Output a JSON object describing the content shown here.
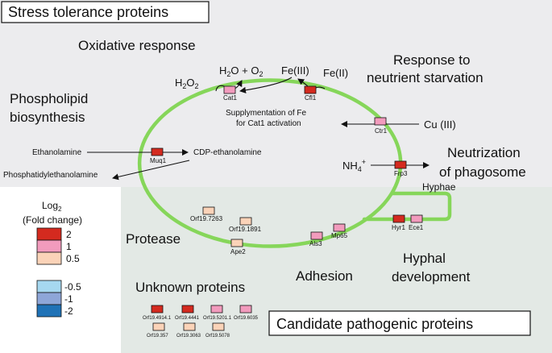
{
  "colors": {
    "top_bg": "#ececee",
    "bottom_bg": "#e3e9e5",
    "ring": "#86d65a",
    "up2": "#d42a1f",
    "up1": "#f29bbd",
    "up05": "#fbd3b8",
    "down05": "#a6d8f0",
    "down1": "#8ea6d8",
    "down2": "#1f72b6"
  },
  "boxes": {
    "stress": "Stress tolerance proteins",
    "candidate": "Candidate pathogenic proteins"
  },
  "sections": {
    "oxidative": "Oxidative response",
    "phospholipid_1": "Phospholipid",
    "phospholipid_2": "biosynthesis",
    "starvation_1": "Response to",
    "starvation_2": "neutrient starvation",
    "phagosome_1": "Neutrization",
    "phagosome_2": "of phagosome",
    "protease": "Protease",
    "adhesion": "Adhesion",
    "hyphal_1": "Hyphal",
    "hyphal_2": "development",
    "unknown": "Unknown proteins",
    "hyphae": "Hyphae"
  },
  "chem": {
    "h2o2_main": "H",
    "h2o2_sub1": "2",
    "h2o2_o": "O",
    "h2o2_sub2": "2",
    "h2o_h": "H",
    "h2o_sub": "2",
    "h2o_rest": "O + O",
    "o2_sub": "2",
    "fe3": "Fe(III)",
    "fe2": "Fe(II)",
    "cu3": "Cu (III)",
    "nh4_main": "NH",
    "nh4_sub": "4",
    "nh4_sup": "+",
    "fe_note_1": "Supplymentation of Fe",
    "fe_note_2": "for Cat1 activation",
    "ethanolamine": "Ethanolamine",
    "cdp": "CDP-ethanolamine",
    "phosphatidyl": "Phosphatidylethanolamine"
  },
  "proteins": {
    "cat1": "Cat1",
    "cfl1": "Cfl1",
    "ctr1": "Ctr1",
    "frp3": "Frp3",
    "muq1": "Muq1",
    "orf7263": "Orf19.7263",
    "orf1891": "Orf19.1891",
    "ape2": "Ape2",
    "als3": "Als3",
    "mp65": "Mp65",
    "hyr1": "Hyr1",
    "ece1": "Ece1",
    "orf4914": "Orf19.4914.1",
    "orf4441": "Orf19.4441",
    "orf5201": "Orf19.5201.1",
    "orf6035": "Orf19.6035",
    "orf357": "Orf19.357",
    "orf3063": "Orf19.3063",
    "orf5078": "Orf19.5078"
  },
  "legend": {
    "title_1": "Log",
    "title_sub": "2",
    "title_2": "(Fold change)",
    "v2": "2",
    "v1": "1",
    "v05": "0.5",
    "vm05": "-0.5",
    "vm1": "-1",
    "vm2": "-2"
  }
}
